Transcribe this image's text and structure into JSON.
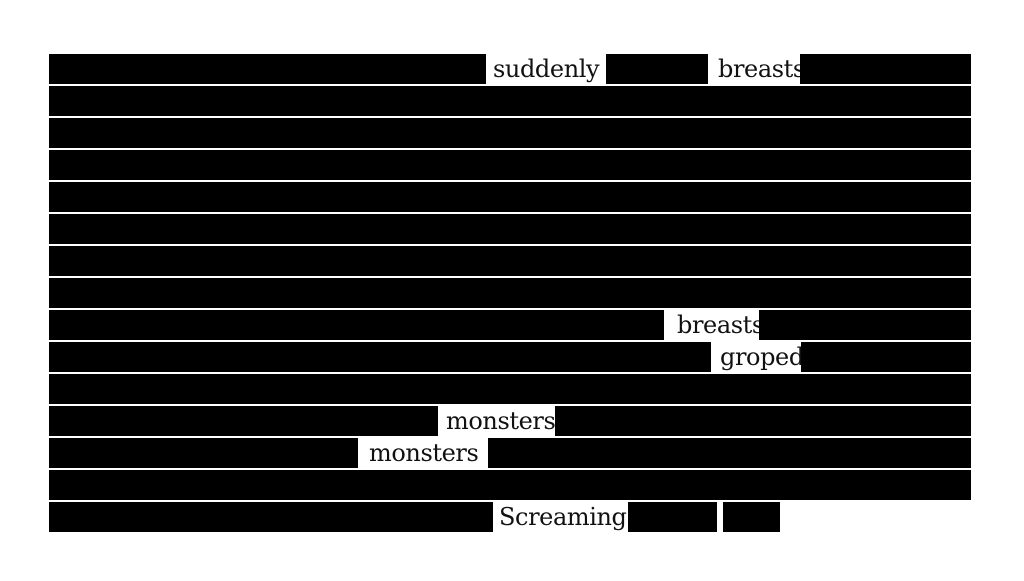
{
  "document": {
    "visible_words": [
      "suddenly",
      "breasts",
      "breasts",
      "groped",
      "monsters",
      "monsters",
      "Screaming"
    ]
  }
}
